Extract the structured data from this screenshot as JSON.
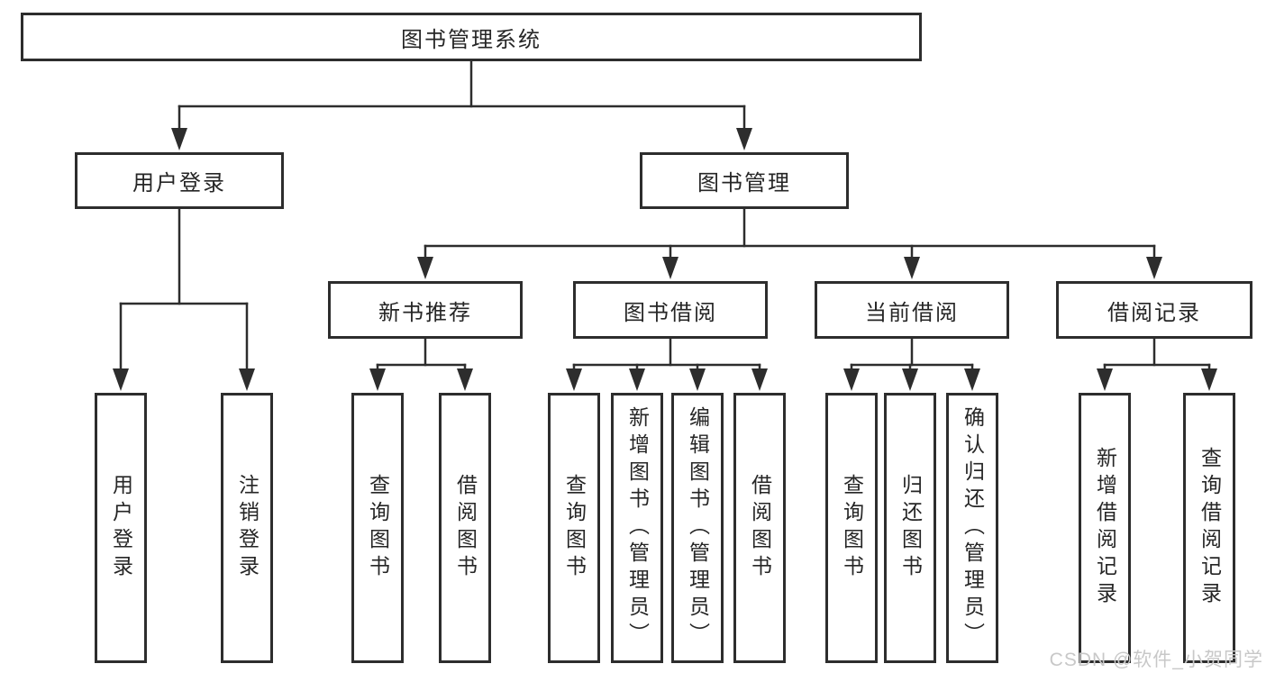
{
  "tree": {
    "root": "图书管理系统",
    "branches": [
      {
        "label": "用户登录",
        "children": [
          "用户登录",
          "注销登录"
        ]
      },
      {
        "label": "图书管理",
        "groups": [
          {
            "label": "新书推荐",
            "children": [
              "查询图书",
              "借阅图书"
            ]
          },
          {
            "label": "图书借阅",
            "children": [
              "查询图书",
              "新增图书（管理员）",
              "编辑图书（管理员）",
              "借阅图书"
            ]
          },
          {
            "label": "当前借阅",
            "children": [
              "查询图书",
              "归还图书",
              "确认归还（管理员）"
            ]
          },
          {
            "label": "借阅记录",
            "children": [
              "新增借阅记录",
              "查询借阅记录"
            ]
          }
        ]
      }
    ]
  },
  "watermark": "CSDN @软件_小贺同学",
  "colors": {
    "line": "#2d2d2d",
    "text": "#262626",
    "background": "#ffffff",
    "watermark": "#c8c8c8"
  }
}
